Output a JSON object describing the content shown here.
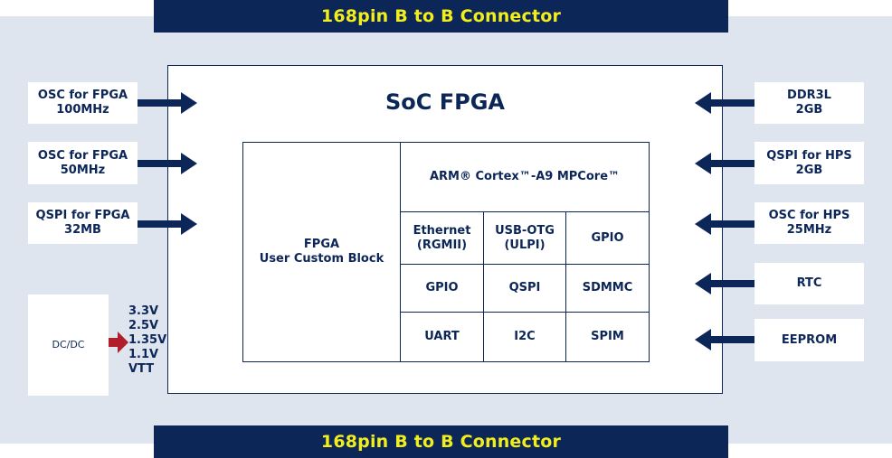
{
  "connector_top": "168pin B to B Connector",
  "connector_bottom": "168pin B to B Connector",
  "soc_title": "SoC FPGA",
  "fpga_block": "FPGA\nUser Custom Block",
  "cpu_block": "ARM® Cortex™-A9 MPCore™",
  "peripherals": {
    "ethernet": "Ethernet\n(RGMII)",
    "usb_otg": "USB-OTG\n(ULPI)",
    "gpio_1": "GPIO",
    "gpio_2": "GPIO",
    "qspi": "QSPI",
    "sdmmc": "SDMMC",
    "uart": "UART",
    "i2c": "I2C",
    "spim": "SPIM"
  },
  "left_inputs": [
    "OSC for FPGA\n100MHz",
    "OSC for FPGA\n50MHz",
    "QSPI for FPGA\n32MB"
  ],
  "right_inputs": [
    "DDR3L\n2GB",
    "QSPI for HPS\n2GB",
    "OSC for HPS\n25MHz",
    "RTC",
    "EEPROM"
  ],
  "dcdc": {
    "label": "DC/DC",
    "voltages": [
      "3.3V",
      "2.5V",
      "1.35V",
      "1.1V",
      "VTT"
    ]
  },
  "colors": {
    "navy": "#0d2658",
    "connector_text": "#f2ee1d",
    "background": "#dfe5ef",
    "power_arrow": "#b01e2a"
  }
}
